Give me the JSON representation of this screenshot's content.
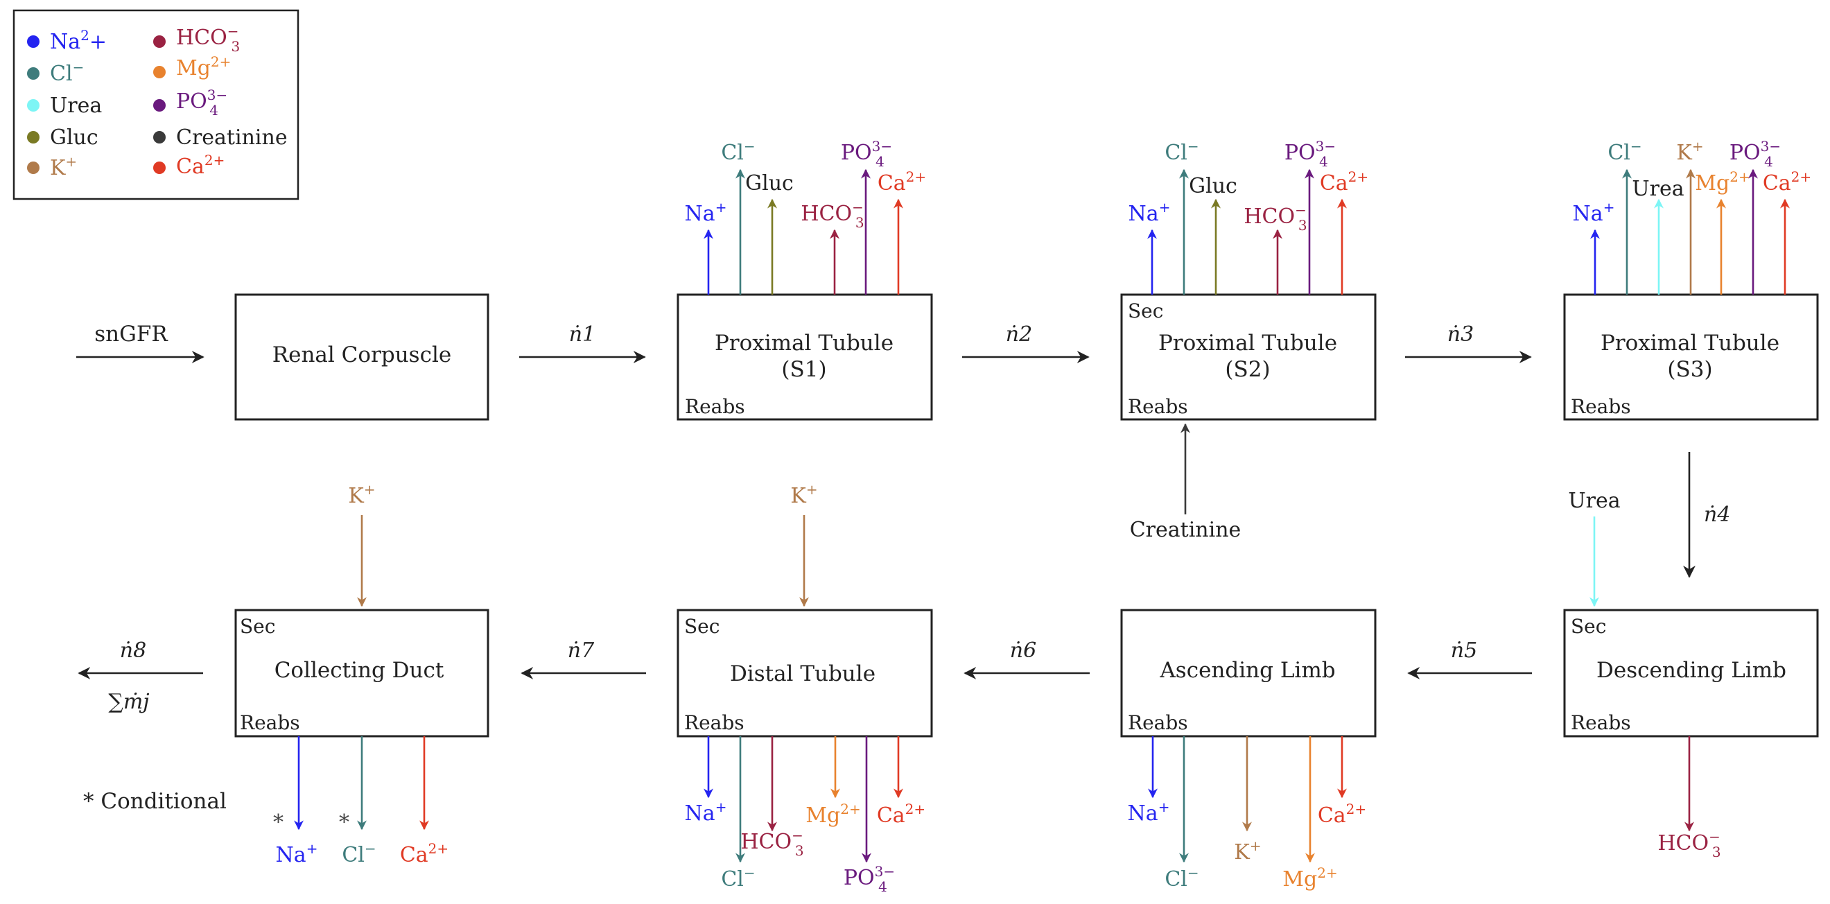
{
  "species": {
    "na": {
      "label": "Na+",
      "color": "#2424f0"
    },
    "cl": {
      "label": "Cl−",
      "color": "#3e7c7c"
    },
    "urea": {
      "label": "Urea",
      "color": "#7df5f5"
    },
    "gluc": {
      "label": "Gluc",
      "color": "#7a7a24"
    },
    "k": {
      "label": "K+",
      "color": "#b07a4a"
    },
    "hco3": {
      "label": "HCO3−",
      "color": "#9a2242"
    },
    "mg": {
      "label": "Mg2+",
      "color": "#e8822e"
    },
    "po4": {
      "label": "PO43−",
      "color": "#6a1a7e"
    },
    "crea": {
      "label": "Creatinine",
      "color": "#3a3a3a"
    },
    "ca": {
      "label": "Ca2+",
      "color": "#e03a24"
    }
  },
  "legend": {
    "left": [
      "Na2+",
      "Cl−",
      "Urea",
      "Gluc",
      "K+"
    ],
    "right": [
      "HCO3−",
      "Mg2+",
      "PO43−",
      "Creatinine",
      "Ca2+"
    ]
  },
  "boxes": {
    "renal_corpuscle": {
      "name": "Renal Corpuscle"
    },
    "pt_s1": {
      "name": "Proximal Tubule",
      "sub": "(S1)",
      "reabs": "Reabs"
    },
    "pt_s2": {
      "name": "Proximal Tubule",
      "sub": "(S2)",
      "sec": "Sec",
      "reabs": "Reabs"
    },
    "pt_s3": {
      "name": "Proximal Tubule",
      "sub": "(S3)",
      "reabs": "Reabs"
    },
    "descending_limb": {
      "name": "Descending Limb",
      "sec": "Sec",
      "reabs": "Reabs"
    },
    "ascending_limb": {
      "name": "Ascending Limb",
      "reabs": "Reabs"
    },
    "distal_tubule": {
      "name": "Distal Tubule",
      "sec": "Sec",
      "reabs": "Reabs"
    },
    "collecting_duct": {
      "name": "Collecting Duct",
      "sec": "Sec",
      "reabs": "Reabs"
    }
  },
  "flows": {
    "in": "snGFR",
    "n1": "ṅ1",
    "n2": "ṅ2",
    "n3": "ṅ3",
    "n4": "ṅ4",
    "n5": "ṅ5",
    "n6": "ṅ6",
    "n7": "ṅ7",
    "n8": "ṅ8",
    "sum": "∑ṁj"
  },
  "note": "* Conditional",
  "conditional_mark": "*"
}
